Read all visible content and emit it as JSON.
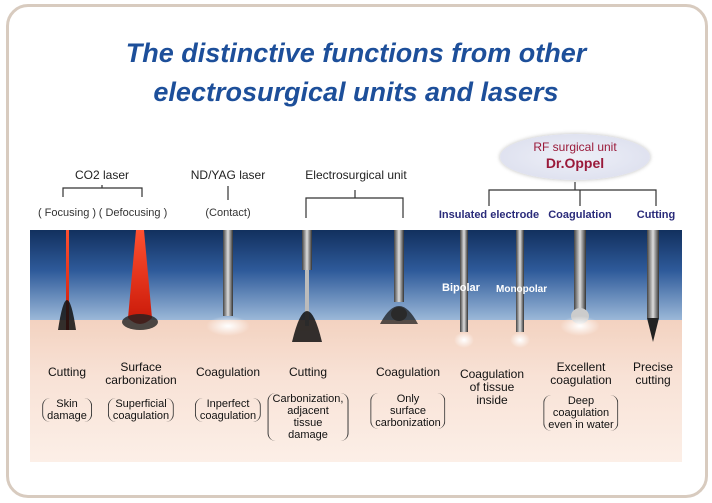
{
  "title": {
    "line1": "The distinctive functions from other",
    "line2": "electrosurgical units and lasers"
  },
  "groups": {
    "co2": "CO2 laser",
    "ndyag": "ND/YAG laser",
    "esu": "Electrosurgical unit",
    "focusing": "( Focusing )",
    "defocusing": "( Defocusing )",
    "contact": "(Contact)"
  },
  "rf": {
    "title": "RF surgical unit",
    "name": "Dr.Oppel",
    "insulated": "Insulated electrode",
    "coagulation": "Coagulation",
    "cutting": "Cutting",
    "bipolar": "Bipolar",
    "monopolar": "Monopolar"
  },
  "columns": [
    {
      "label": "Cutting",
      "note": "Skin\ndamage"
    },
    {
      "label": "Surface\ncarbonization",
      "note": "Superficial\ncoagulation"
    },
    {
      "label": "Coagulation",
      "note": "Inperfect\ncoagulation"
    },
    {
      "label": "Cutting",
      "note": "Carbonization,\nadjacent\ntissue\ndamage"
    },
    {
      "label": "Coagulation",
      "note": "Only\nsurface\ncarbonization"
    },
    {
      "label": "Coagulation\nof tissue\ninside",
      "note": ""
    },
    {
      "label": "Excellent\ncoagulation",
      "note": "Deep\ncoagulation\neven in water"
    },
    {
      "label": "Precise\ncutting",
      "note": ""
    }
  ],
  "colors": {
    "title": "#1d4f9a",
    "rf_text": "#9a1a3a",
    "laser_red": "#e0261a",
    "sky_top": "#12305e",
    "tissue": "#f3d2c0"
  }
}
